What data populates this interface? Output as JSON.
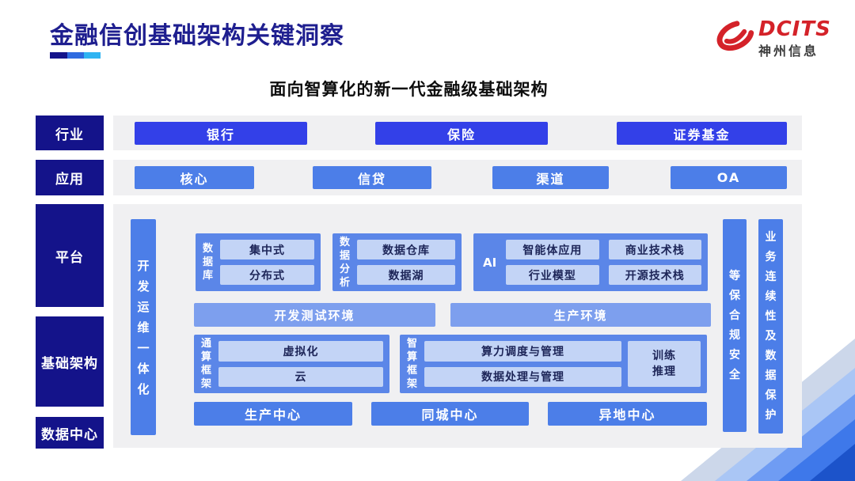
{
  "slide": {
    "title": "金融信创基础架构关键洞察",
    "logo": {
      "brand": "DCITS",
      "company": "神州信息"
    },
    "diagram_title": "面向智算化的新一代金融级基础架构",
    "industry": {
      "label": "行业",
      "items": [
        "银行",
        "保险",
        "证券基金"
      ]
    },
    "application": {
      "label": "应用",
      "items": [
        "核心",
        "信贷",
        "渠道",
        "OA"
      ]
    },
    "layers": {
      "platform": "平台",
      "infrastructure": "基础架构",
      "datacenter": "数据中心"
    },
    "devops_bar": "开发运维一体化",
    "database": {
      "label": "数据库",
      "items": [
        "集中式",
        "分布式"
      ]
    },
    "analytics": {
      "label": "数据分析",
      "items": [
        "数据仓库",
        "数据湖"
      ]
    },
    "ai": {
      "label": "AI",
      "items": [
        "智能体应用",
        "商业技术栈",
        "行业模型",
        "开源技术栈"
      ]
    },
    "environments": [
      "开发测试环境",
      "生产环境"
    ],
    "general_framework": {
      "label": "通算框架",
      "items": [
        "虚拟化",
        "云"
      ]
    },
    "ai_framework": {
      "label": "智算框架",
      "items": [
        "算力调度与管理",
        "数据处理与管理"
      ],
      "side": "训练\n推理"
    },
    "centers": [
      "生产中心",
      "同城中心",
      "异地中心"
    ],
    "security_bar": "等保合规安全",
    "continuity_bar": "业务连续性及数据保护",
    "colors": {
      "navy": "#14138a",
      "title_navy": "#1e1e8f",
      "vivid_blue": "#3340e8",
      "medium_blue": "#4c7ee8",
      "container_blue": "#5b86e8",
      "env_bar_blue": "#7d9fee",
      "light_box_blue": "#c3d4f6",
      "panel_gray": "#f0f0f2",
      "logo_red": "#d42229",
      "underline": [
        "#14138a",
        "#2f6be0",
        "#30b4f2"
      ]
    }
  }
}
